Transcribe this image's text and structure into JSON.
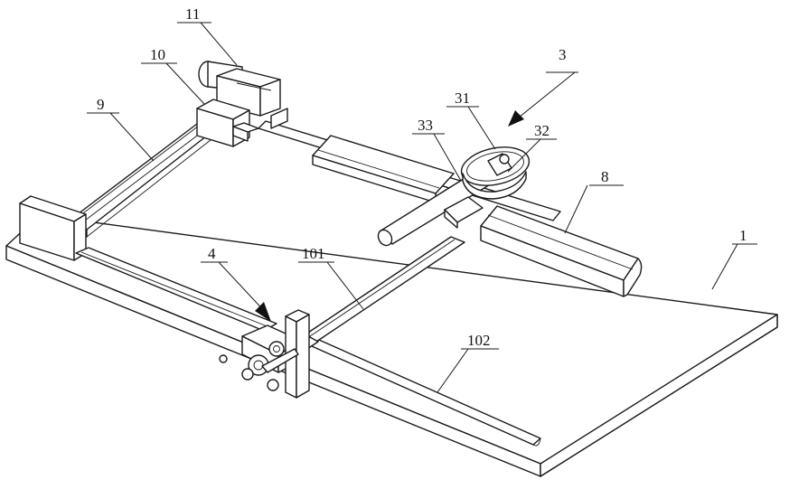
{
  "figure": {
    "labels": {
      "l1": "1",
      "l3": "3",
      "l4": "4",
      "l8": "8",
      "l9": "9",
      "l10": "10",
      "l11": "11",
      "l31": "31",
      "l32": "32",
      "l33": "33",
      "l101": "101",
      "l102": "102"
    }
  }
}
